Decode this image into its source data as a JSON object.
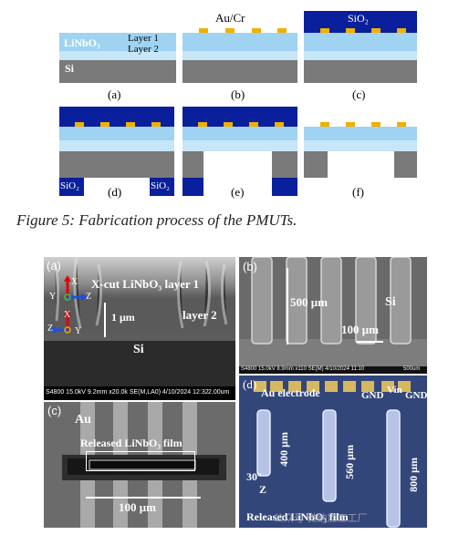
{
  "process": {
    "labels": {
      "linbo3": "LiNbO₃",
      "layer1": "Layer 1",
      "layer2": "Layer 2",
      "si": "Si",
      "aucr": "Au/Cr",
      "sio2_top": "SiO₂",
      "sio2_bottom_left": "SiO₂",
      "sio2_bottom_right": "SiO₂"
    },
    "step_labels": [
      "(a)",
      "(b)",
      "(c)",
      "(d)",
      "(e)",
      "(f)"
    ],
    "colors": {
      "si": "#7a7a7a",
      "layer2": "#c7e6f7",
      "layer1": "#9fd3f1",
      "electrode": "#f0b000",
      "sio2": "#0a1f9b"
    }
  },
  "caption": "Figure 5: Fabrication process of the PMUTs.",
  "sem": {
    "a": {
      "label": "(a)",
      "title": "X-cut LiNbO₃ layer 1",
      "layer2": "layer 2",
      "si": "Si",
      "scale": "1 μm",
      "axis1": {
        "y": "Y",
        "x": "X",
        "z": "Z"
      },
      "axis2": {
        "x": "X",
        "z": "Z",
        "y": "Y"
      },
      "footer": "S4800 15.0kV 9.2mm x20.0k SE(M,LA0) 4/10/2024 12:32",
      "footer_scale": "2.00um"
    },
    "b": {
      "label": "(b)",
      "dim1": "500 μm",
      "si": "Si",
      "dim2": "100 μm",
      "footer": "S4800 15.0kV 8.9mm x110 SE(M) 4/10/2024 11:10",
      "footer_scale": "500um"
    },
    "c": {
      "label": "(c)",
      "au": "Au",
      "film": "Released LiNbO₃ film",
      "dim": "100 μm"
    },
    "d": {
      "label": "(d)",
      "au": "Au electrode",
      "gnd1": "GND",
      "vin": "Vin",
      "gnd2": "GND",
      "dim1": "400 μm",
      "dim2": "560 μm",
      "dim3": "800 μm",
      "angle": "30°",
      "zaxis": "Z",
      "film": "Released LiNbO₃ film"
    }
  },
  "watermark": "公众号·微纳加工工厂"
}
